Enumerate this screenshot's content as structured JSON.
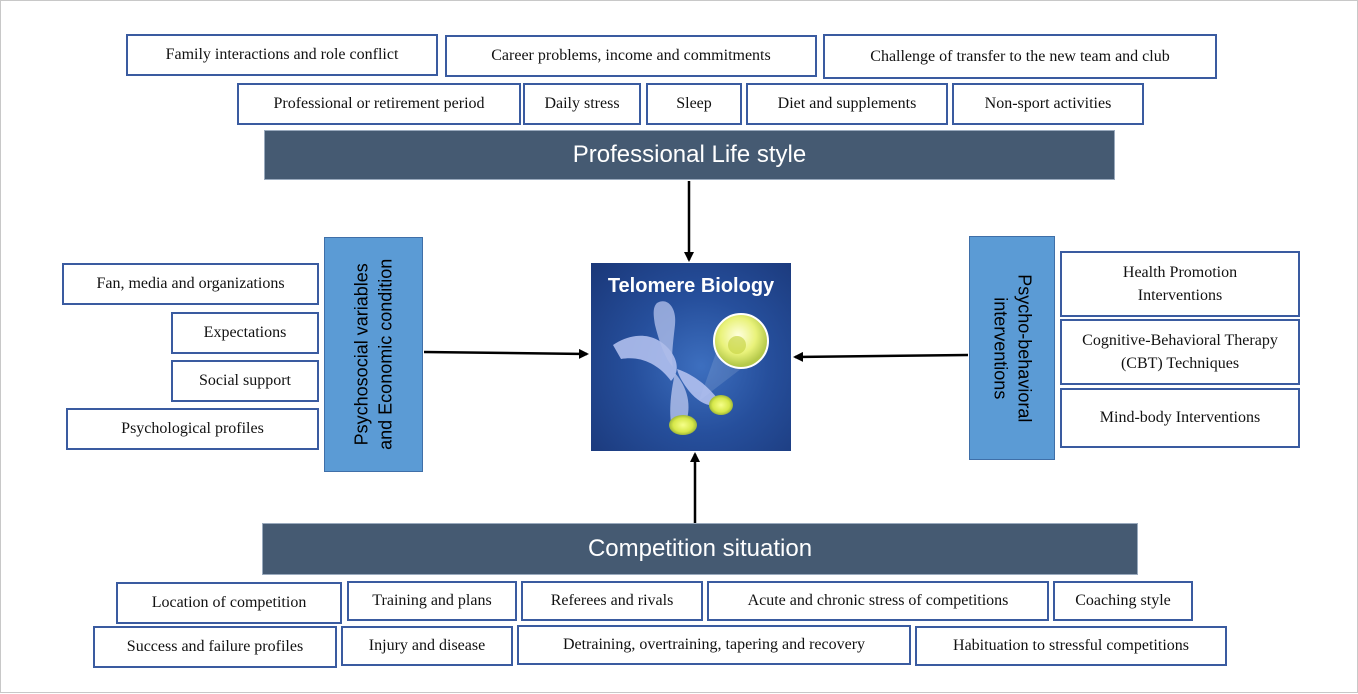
{
  "top": {
    "row1": [
      "Family interactions and role conflict",
      "Career problems, income and commitments",
      "Challenge of transfer to the new team and club"
    ],
    "row2": [
      "Professional or retirement period",
      "Daily stress",
      "Sleep",
      "Diet and supplements",
      "Non-sport activities"
    ],
    "banner": "Professional Life style"
  },
  "left": {
    "bar_line1": "Psychosocial variables",
    "bar_line2": "and Economic condition",
    "items": [
      "Fan, media and organizations",
      "Expectations",
      "Social support",
      "Psychological profiles"
    ]
  },
  "center": {
    "title": "Telomere Biology"
  },
  "right": {
    "bar_line1": "Psycho-behavioral",
    "bar_line2": "interventions",
    "items": [
      "Health Promotion Interventions",
      "Cognitive-Behavioral Therapy (CBT) Techniques",
      "Mind-body Interventions"
    ]
  },
  "bottom": {
    "banner": "Competition situation",
    "row1": [
      "Location of competition",
      "Training and plans",
      "Referees and rivals",
      "Acute and chronic stress of competitions",
      "Coaching style"
    ],
    "row2": [
      "Success and failure profiles",
      "Injury and disease",
      "Detraining, overtraining, tapering and recovery",
      "Habituation to stressful competitions"
    ]
  },
  "colors": {
    "banner": "#455a72",
    "side_bar": "#5b9bd5",
    "box_border": "#3a5ba0"
  }
}
